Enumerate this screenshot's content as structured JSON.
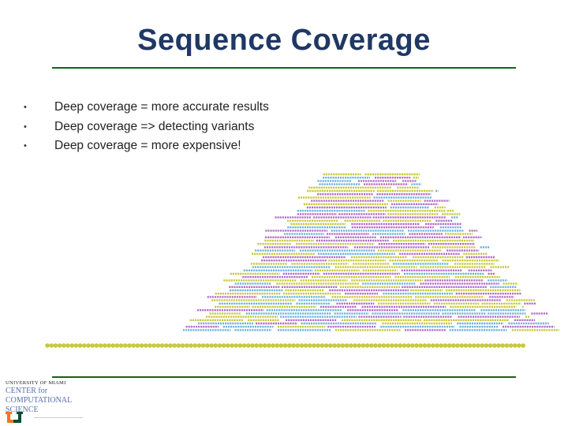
{
  "slide": {
    "title": "Sequence Coverage",
    "bullets": [
      "Deep coverage = more accurate results",
      "Deep coverage => detecting variants",
      "Deep coverage = more expensive!"
    ],
    "bullet_glyph": "•"
  },
  "logo": {
    "university": "UNIVERSITY OF MIAMI",
    "center_lines": [
      "CENTER for",
      "COMPUTATIONAL",
      "SCIENCE"
    ],
    "colors": {
      "orange": "#f47321",
      "green": "#005030"
    }
  },
  "colors": {
    "title": "#1f3864",
    "rule": "#1b5e20",
    "read_yellow": "#c8c83c",
    "read_purple": "#b46ec8",
    "read_blue": "#6eb4dc",
    "reference": "#c8c83c"
  }
}
